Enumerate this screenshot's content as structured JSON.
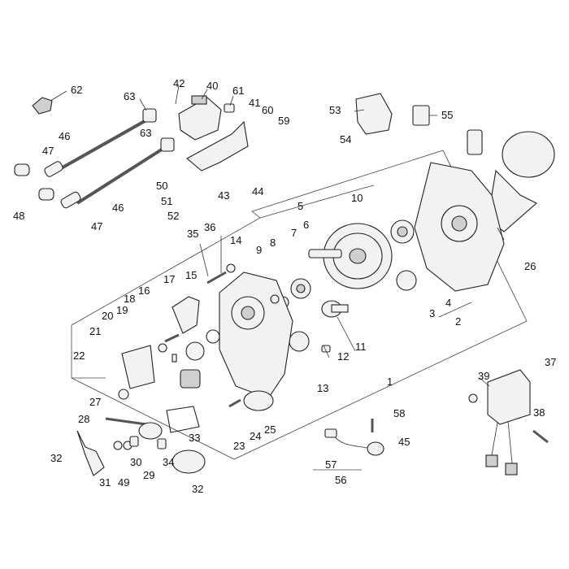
{
  "callouts": [
    "62",
    "63",
    "42",
    "40",
    "61",
    "41",
    "60",
    "59",
    "53",
    "55",
    "54",
    "46",
    "47",
    "48",
    "63",
    "46",
    "47",
    "50",
    "51",
    "52",
    "43",
    "44",
    "5",
    "10",
    "6",
    "9",
    "8",
    "7",
    "14",
    "36",
    "35",
    "15",
    "17",
    "16",
    "18",
    "20",
    "19",
    "21",
    "22",
    "27",
    "28",
    "32",
    "31",
    "49",
    "30",
    "29",
    "34",
    "33",
    "32",
    "23",
    "24",
    "25",
    "13",
    "12",
    "11",
    "1",
    "2",
    "3",
    "4",
    "26",
    "37",
    "39",
    "38",
    "58",
    "45",
    "57",
    "56"
  ]
}
